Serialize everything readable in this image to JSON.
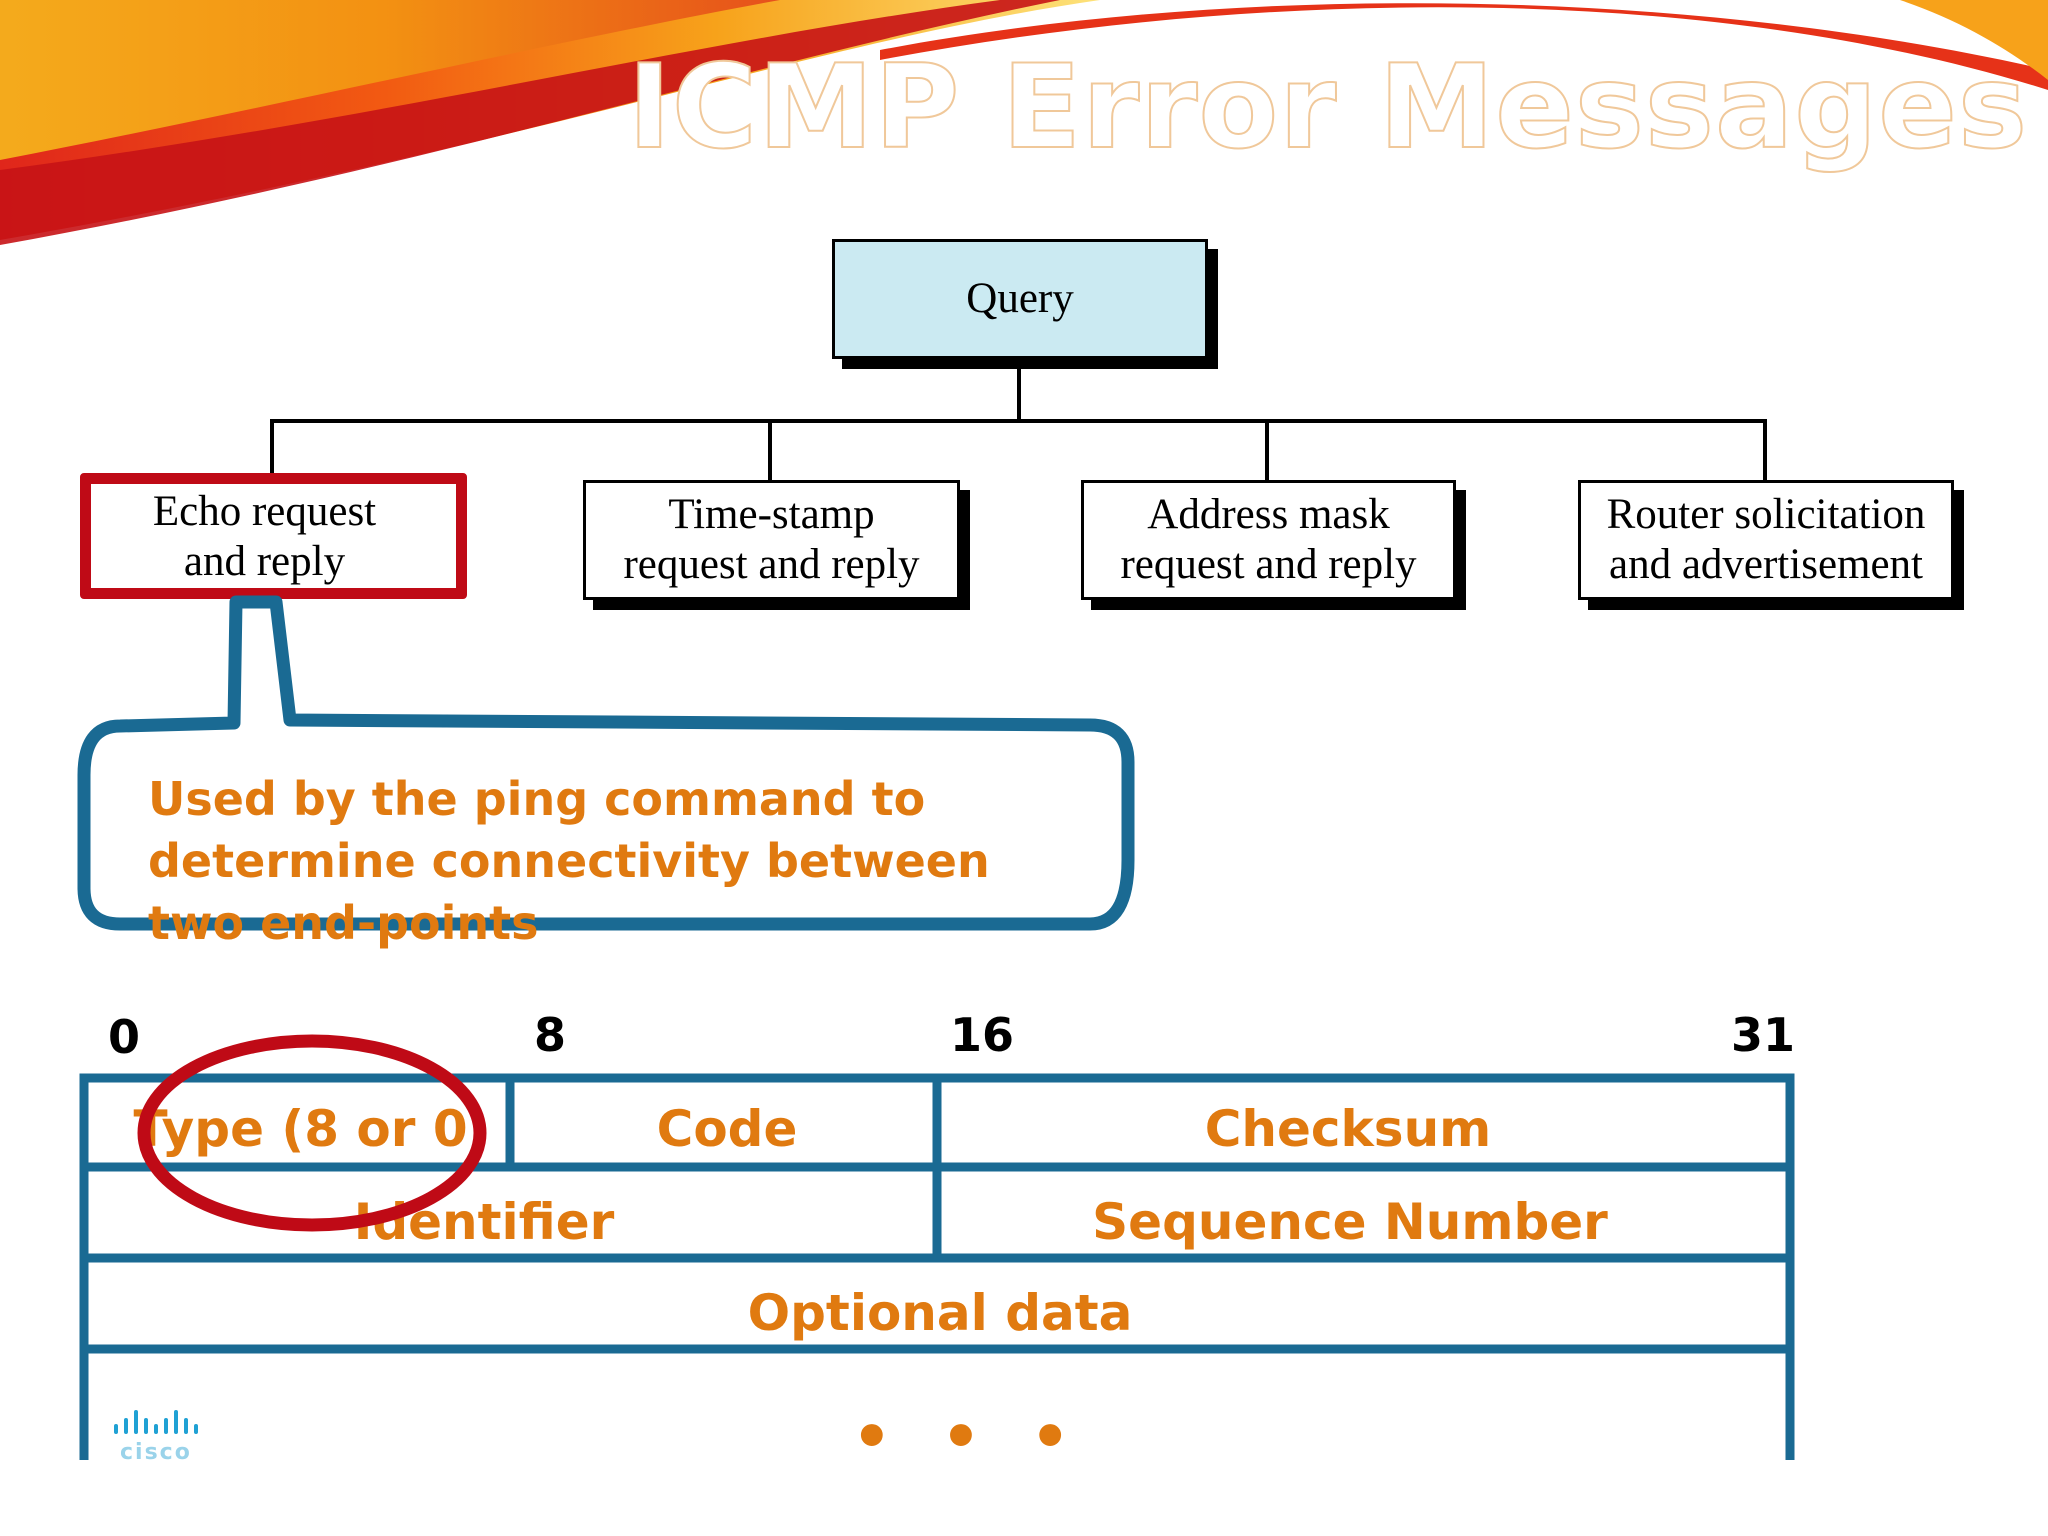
{
  "slide": {
    "title": "ICMP Error Messages",
    "colors": {
      "accent_orange": "#e07a10",
      "highlight_red": "#bf0a16",
      "callout_blue": "#1a6a93",
      "query_fill": "#cbeaf2"
    }
  },
  "tree": {
    "root": "Query",
    "children": [
      {
        "line1": "Echo request",
        "line2": "and reply"
      },
      {
        "line1": "Time-stamp",
        "line2": "request and reply"
      },
      {
        "line1": "Address mask",
        "line2": "request and reply"
      },
      {
        "line1": "Router solicitation",
        "line2": "and advertisement"
      }
    ]
  },
  "callout": {
    "text": "Used by the ping command to determine connectivity between two end-points"
  },
  "packet": {
    "bit_labels": [
      "0",
      "8",
      "16",
      "31"
    ],
    "fields": {
      "type": "Type (8 or 0)",
      "code": "Code",
      "checksum": "Checksum",
      "identifier": "Identifier",
      "sequence": "Sequence Number",
      "optional": "Optional data",
      "continuation": "• • •"
    }
  },
  "logo": {
    "name": "cisco-logo",
    "text": "cisco"
  }
}
